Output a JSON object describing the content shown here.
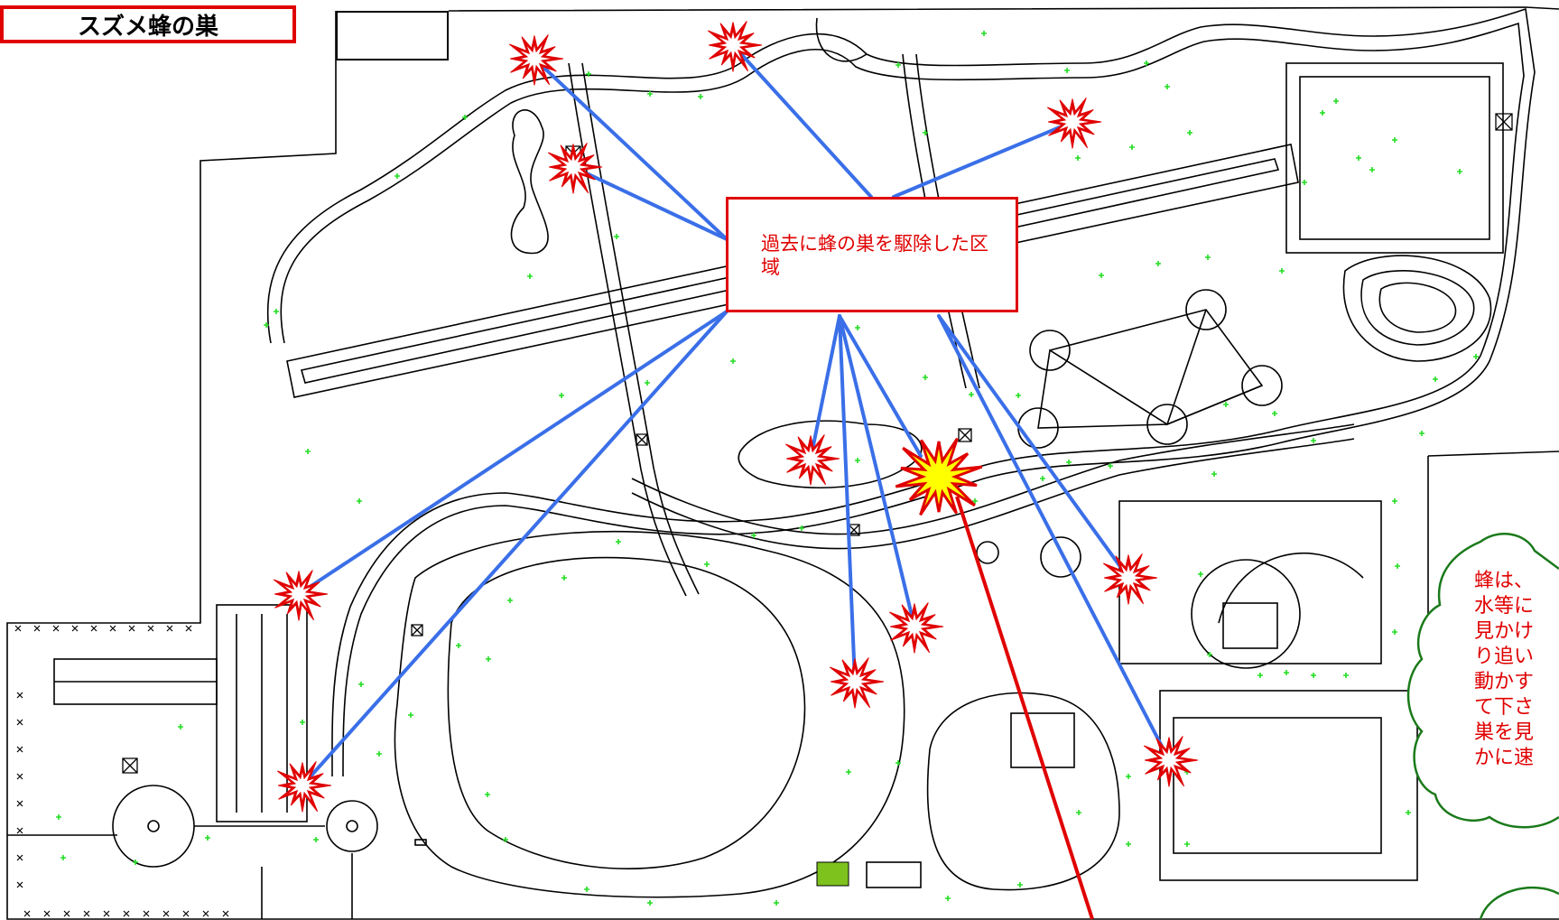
{
  "title": "スズメ蜂の巣",
  "callout_text": "過去に蜂の巣を駆除した区域",
  "warning_text_visible": "蜂は、\n水等に\n見かけ\nり追い\n動かす\nて下さ\n巣を見\nかに速",
  "colors": {
    "nest_fill": "#e00000",
    "highlight_nest_fill": "#ffff00",
    "connector_line": "#3a6fe8",
    "red_line": "#e00000",
    "cloud_outline": "#1a7a1a",
    "map_line": "#000000",
    "tree_marker": "#22dd22",
    "green_building": "#7ec21e"
  },
  "icons": {
    "nest_marker": "explosion-burst-icon",
    "tree_marker": "plus-cross-icon",
    "facility_marker": "crossed-box-icon"
  }
}
